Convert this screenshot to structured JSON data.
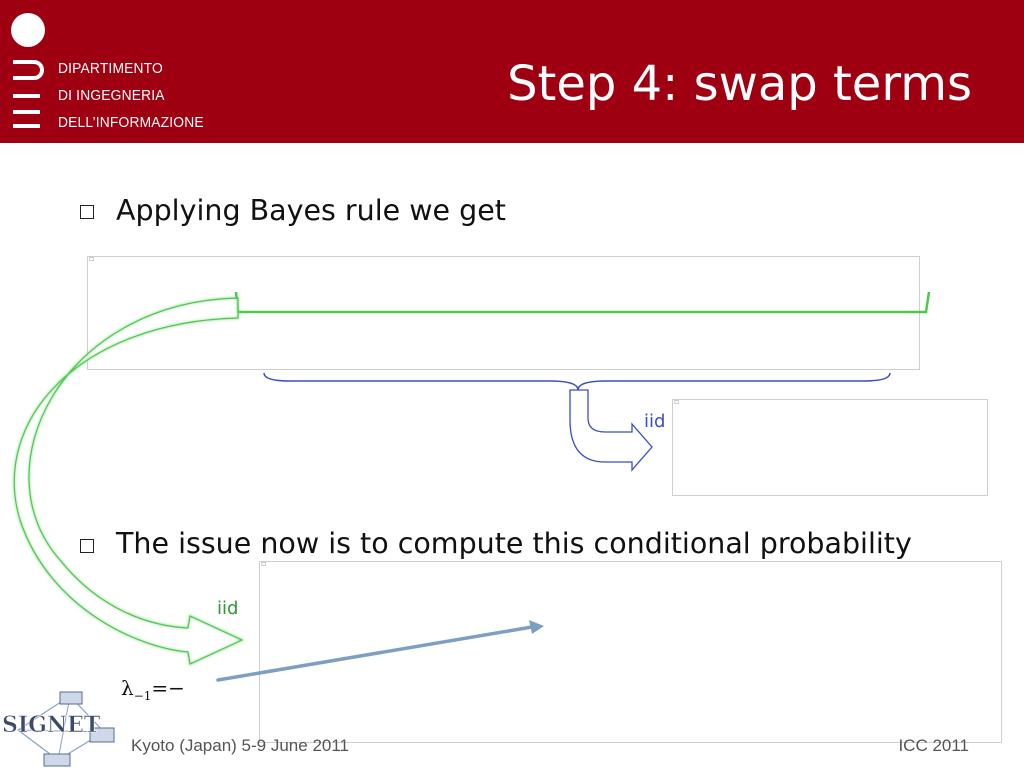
{
  "header": {
    "department_lines": [
      "DIPARTIMENTO",
      "DI INGEGNERIA",
      "DELL’INFORMAZIONE"
    ],
    "title": "Step 4: swap terms",
    "background_color": "#9e0012"
  },
  "bullets": [
    {
      "text": "Applying Bayes rule we get"
    },
    {
      "text": "The issue now is to compute this conditional probability"
    }
  ],
  "labels": {
    "iid_blue": "iid",
    "iid_green": "iid",
    "lambda_symbol": "λ",
    "lambda_subscript": "−1",
    "lambda_suffix": "=−"
  },
  "footer": {
    "left": "Kyoto (Japan) 5-9 June 2011",
    "right": "ICC 2011"
  },
  "colors": {
    "accent_blue": "#3a4fc4",
    "accent_green": "#4cc94c",
    "arrow_steel": "#7f9fc0"
  }
}
